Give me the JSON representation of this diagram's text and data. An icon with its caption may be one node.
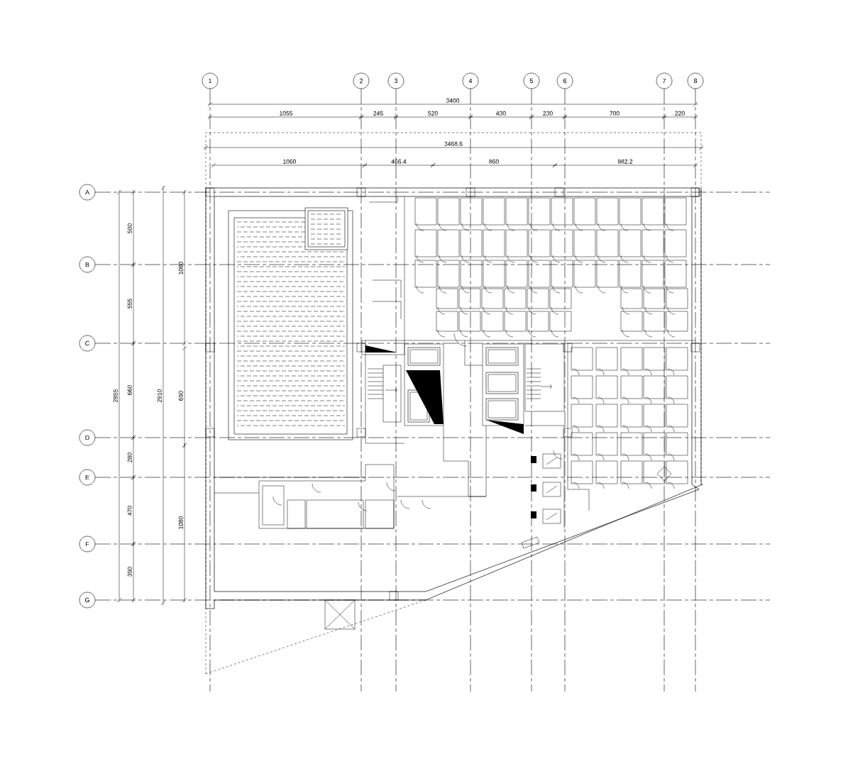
{
  "diagram": {
    "nodes": [
      {
        "text": [
          "1"
        ]
      },
      {
        "text": [
          "2"
        ]
      },
      {
        "text": [
          "3"
        ]
      },
      {
        "text": [
          "4"
        ]
      },
      {
        "text": [
          "5"
        ]
      },
      {
        "text": [
          "6"
        ]
      },
      {
        "text": [
          "7"
        ]
      },
      {
        "text": [
          "8"
        ]
      },
      {
        "text": [
          "A"
        ]
      },
      {
        "text": [
          "B"
        ]
      },
      {
        "text": [
          "C"
        ]
      },
      {
        "text": [
          "D"
        ]
      },
      {
        "text": [
          "E"
        ]
      },
      {
        "text": [
          "F"
        ]
      },
      {
        "text": [
          "G"
        ]
      }
    ],
    "labels": [
      "3400",
      "1055",
      "245",
      "520",
      "430",
      "230",
      "700",
      "220",
      "3468.6",
      "1060",
      "466.4",
      "860",
      "982.2",
      "500",
      "1080",
      "555",
      "2855",
      "660",
      "2910",
      "690",
      "280",
      "470",
      "1080",
      "390"
    ]
  }
}
